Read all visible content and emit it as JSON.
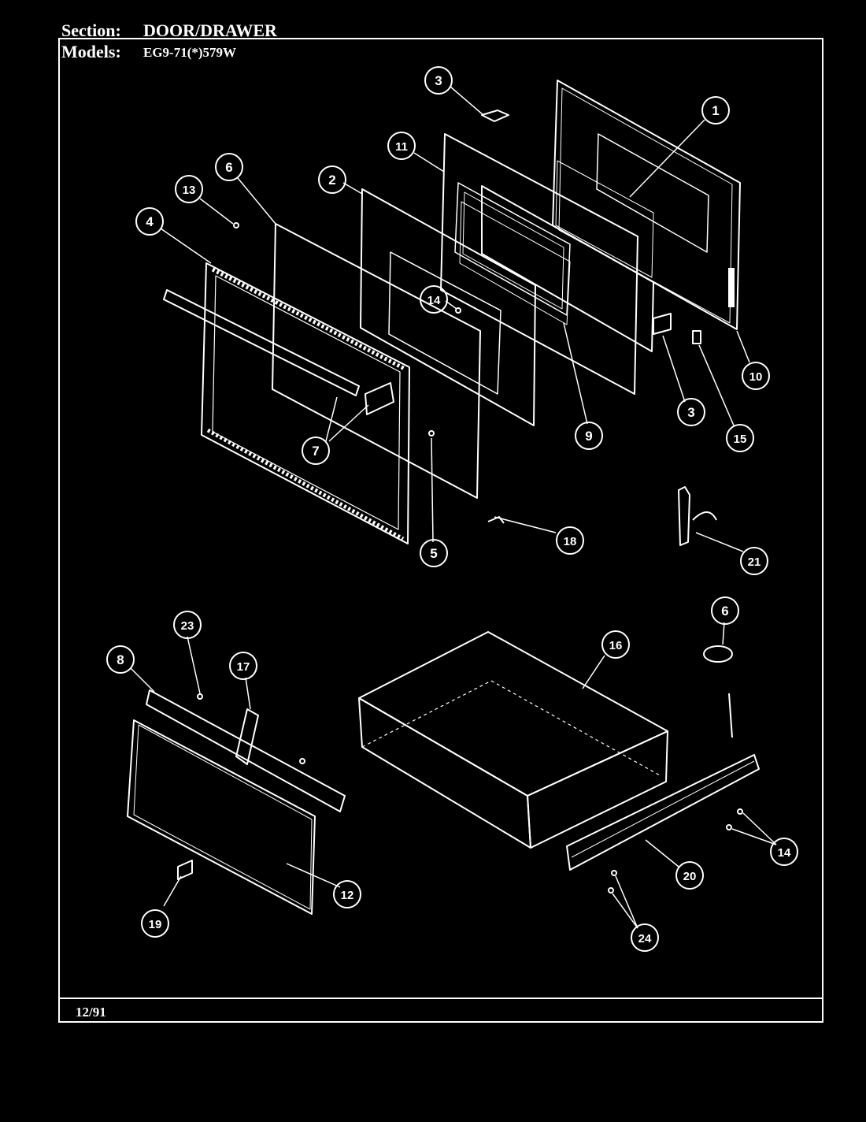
{
  "header": {
    "section_label": "Section:",
    "section_value": "DOOR/DRAWER",
    "models_label": "Models:",
    "models_value": "EG9-71(*)579W"
  },
  "footer": {
    "date": "12/91"
  },
  "colors": {
    "background": "#000000",
    "line": "#ffffff"
  },
  "callouts": [
    "1",
    "2",
    "3",
    "3",
    "4",
    "5",
    "6",
    "6",
    "7",
    "8",
    "9",
    "10",
    "11",
    "12",
    "13",
    "14",
    "14",
    "15",
    "16",
    "17",
    "18",
    "19",
    "20",
    "21",
    "23",
    "24"
  ]
}
